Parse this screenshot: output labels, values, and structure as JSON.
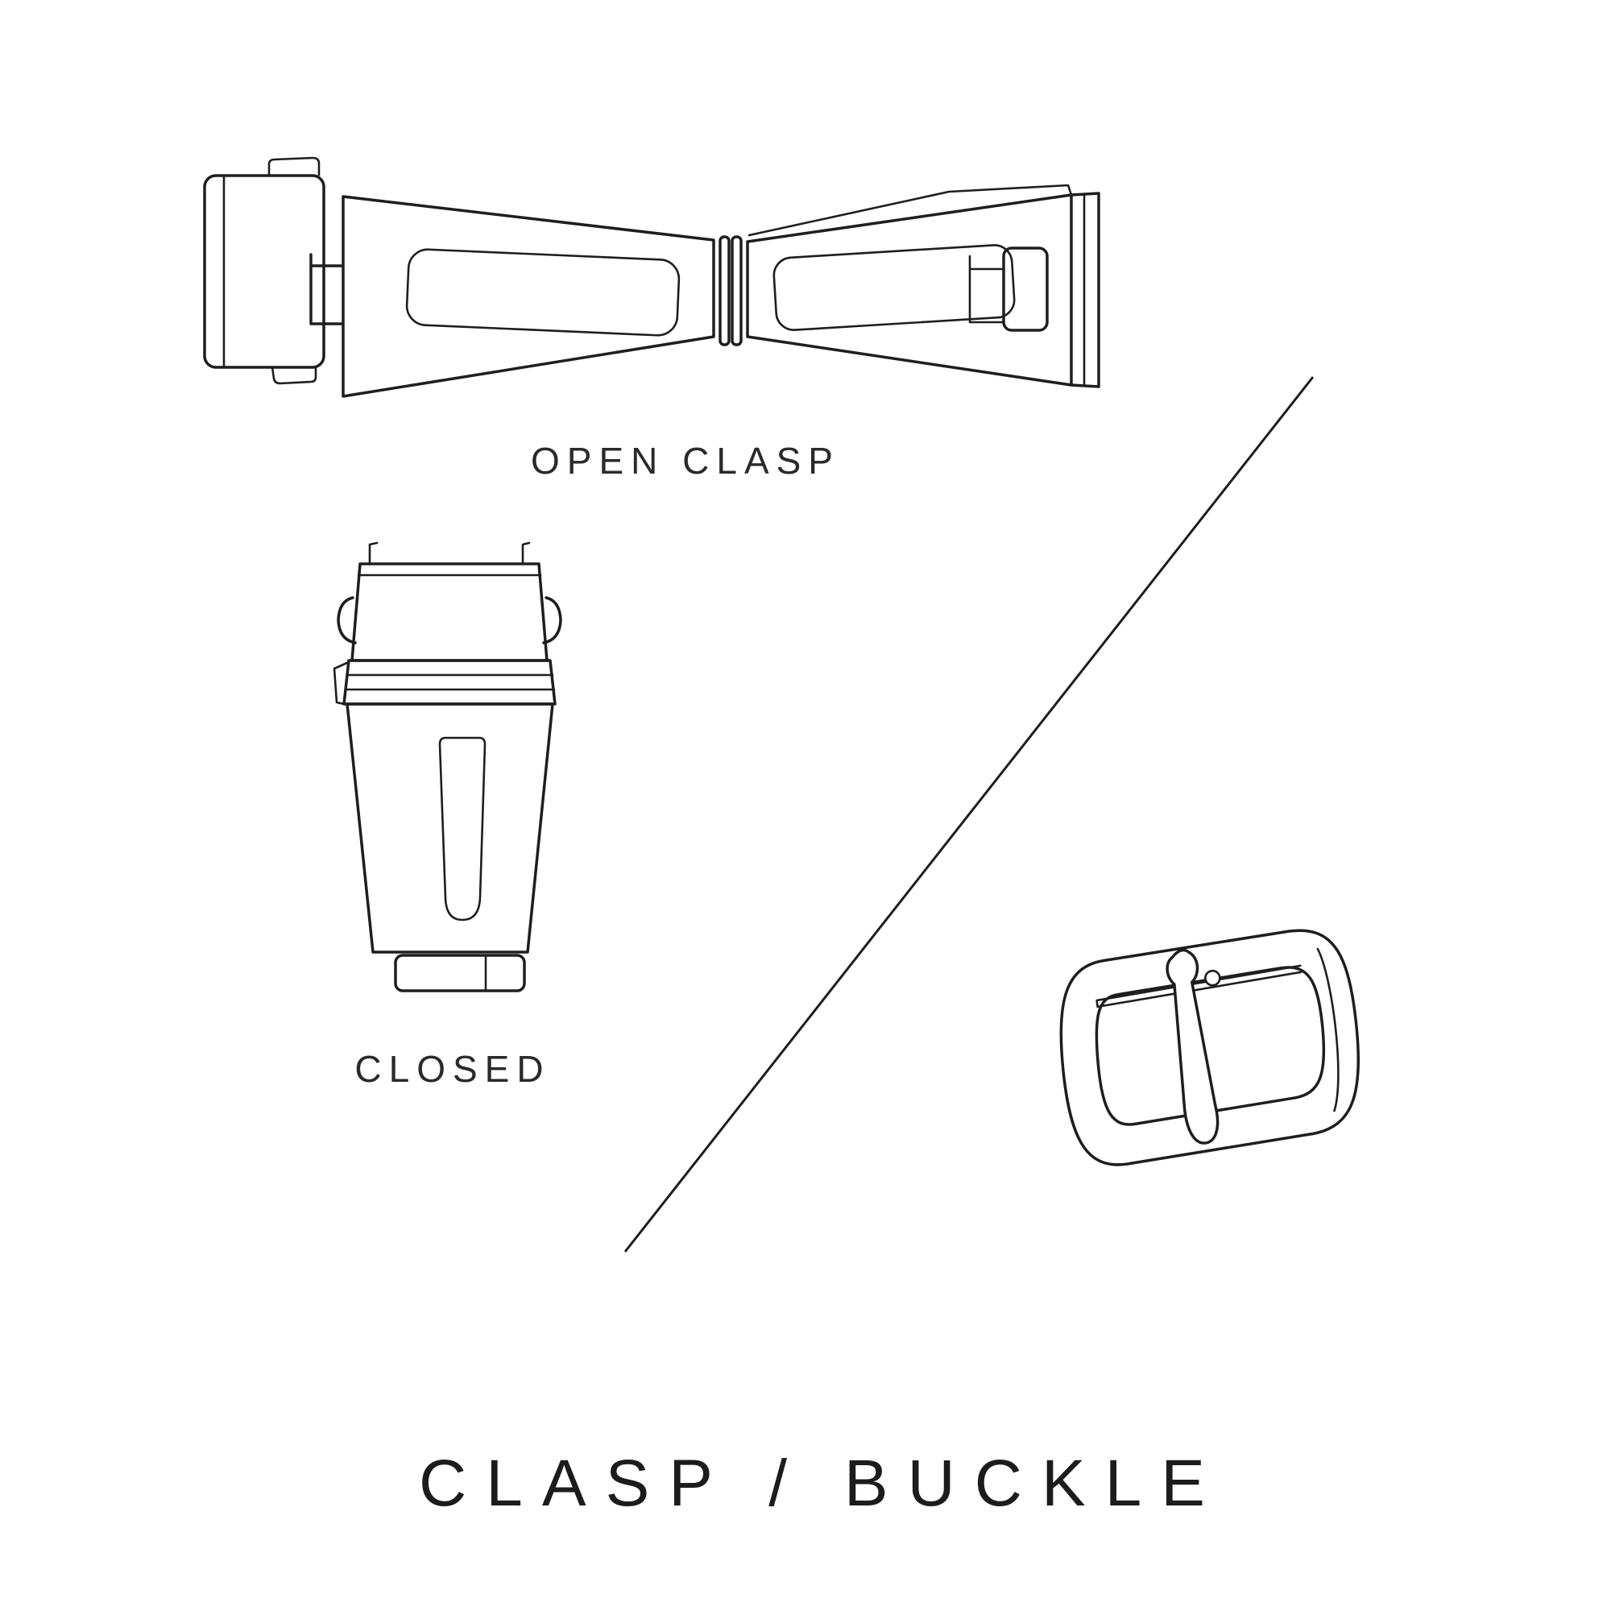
{
  "page": {
    "background": "#ffffff",
    "ink_color": "#1e1e1e",
    "title": "CLASP / BUCKLE"
  },
  "figures": {
    "open_clasp": {
      "label": "OPEN CLASP"
    },
    "closed_clasp": {
      "label": "CLOSED"
    },
    "buckle": {
      "label": ""
    }
  }
}
